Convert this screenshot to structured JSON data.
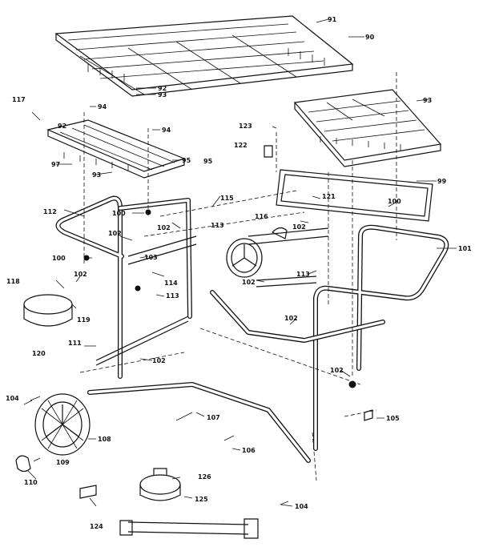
{
  "callouts": {
    "c90": "90",
    "c91": "91",
    "c92a": "92",
    "c93a": "93",
    "c93b": "93",
    "c94a": "94",
    "c94b": "94",
    "c95": "95",
    "c117": "117",
    "c92b": "92",
    "c97": "97",
    "c93c": "93",
    "c95b": "95",
    "c123": "123",
    "c122": "122",
    "c99": "99",
    "c100a": "100",
    "c121": "121",
    "c112": "112",
    "c115": "115",
    "c100b": "100",
    "c102a": "102",
    "c113a": "113",
    "c116": "116",
    "c102b": "102",
    "c101": "101",
    "c102c": "102",
    "c100c": "100",
    "c103": "103",
    "c114": "114",
    "c102d": "102",
    "c113b": "113",
    "c118": "118",
    "c102e": "102",
    "c113c": "113",
    "c119": "119",
    "c102f": "102",
    "c120": "120",
    "c111": "111",
    "c102g": "102",
    "c102h": "102",
    "c104a": "104",
    "c107": "107",
    "c105": "105",
    "c108": "108",
    "c106": "106",
    "c109": "109",
    "c110": "110",
    "c126": "126",
    "c125": "125",
    "c124": "124",
    "c104b": "104"
  }
}
